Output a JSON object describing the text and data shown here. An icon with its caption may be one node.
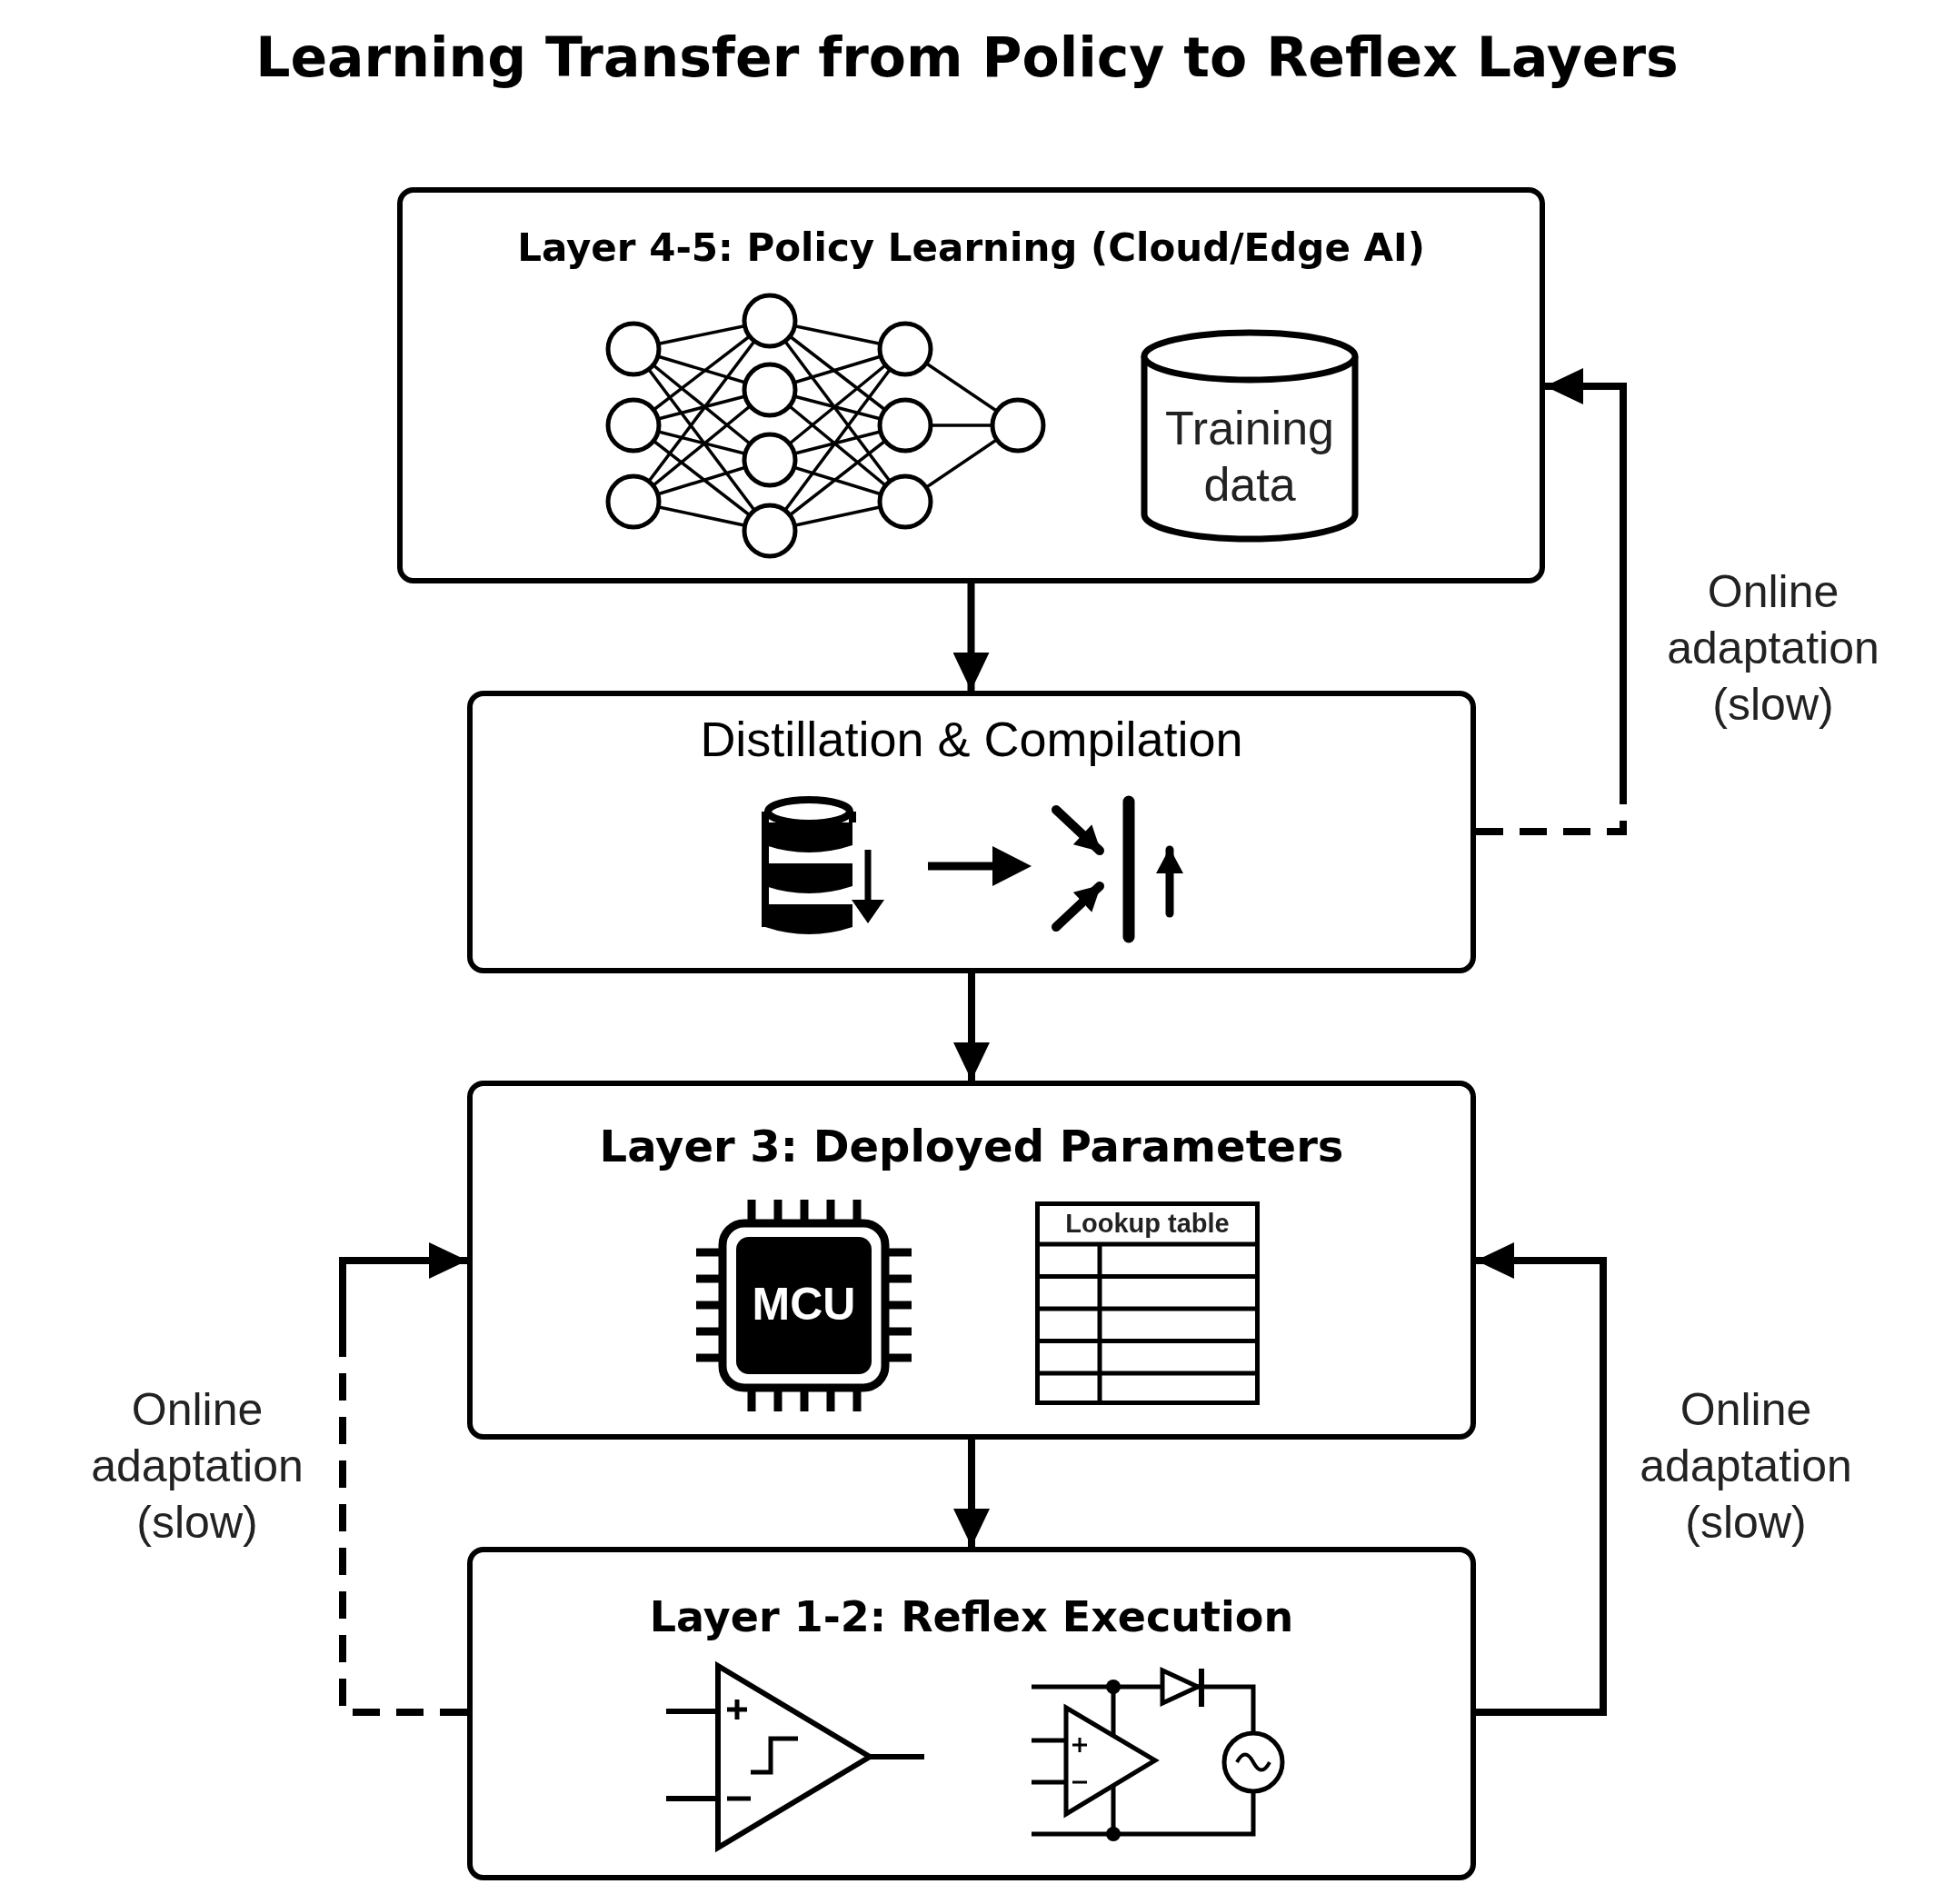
{
  "diagram": {
    "title": "Learning Transfer from Policy to Reflex Layers",
    "nodes": [
      {
        "text": [
          "Layer 4-5: Policy Learning (Cloud/Edge AI)"
        ]
      },
      {
        "text": [
          "Training data"
        ],
        "in": 0
      },
      {
        "text": [
          "Distillation & Compilation"
        ]
      },
      {
        "text": [
          "Layer 3: Deployed Parameters"
        ]
      },
      {
        "text": [
          "MCU"
        ],
        "in": 3
      },
      {
        "text": [
          "Lookup table"
        ],
        "in": 3
      },
      {
        "text": [
          "Layer 1-2: Reflex Execution"
        ]
      }
    ],
    "edges": [
      {
        "from": 0,
        "to": 2,
        "arrow": "to"
      },
      {
        "from": 2,
        "to": 0,
        "arrow": "to",
        "style": "dashed",
        "label": "Online adaptation (slow)"
      },
      {
        "from": 2,
        "to": 3,
        "arrow": "to"
      },
      {
        "from": 6,
        "to": 3,
        "arrow": "to",
        "style": "dashed",
        "label": "Online adaptation (slow)"
      },
      {
        "from": 6,
        "to": 3,
        "arrow": "to",
        "label": "Online adaptation (slow)"
      },
      {
        "from": 3,
        "to": 6,
        "arrow": "to"
      }
    ]
  }
}
